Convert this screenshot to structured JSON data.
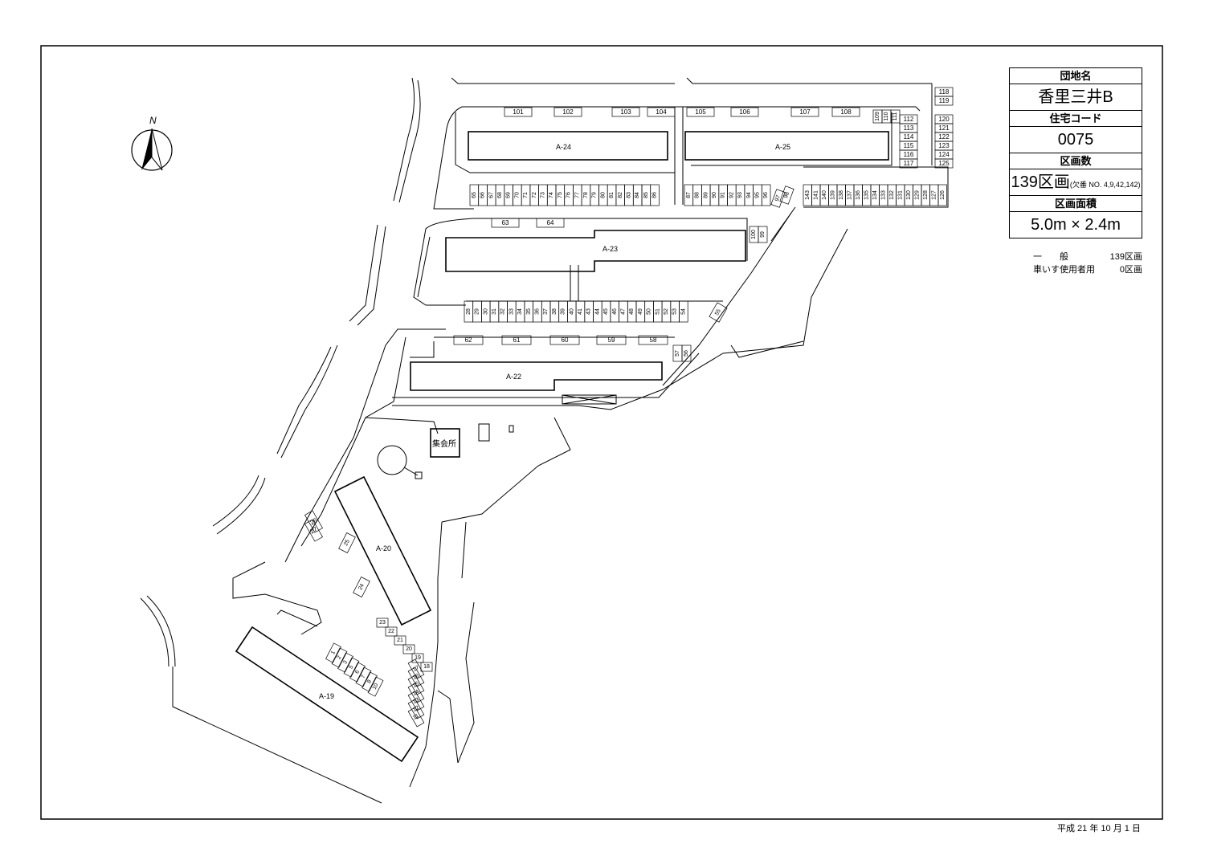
{
  "info_table": {
    "estate_name_label": "団地名",
    "estate_name": "香里三井B",
    "housing_code_label": "住宅コード",
    "housing_code": "0075",
    "lot_count_label": "区画数",
    "lot_count": "139区画",
    "lot_missing_note": "欠番",
    "lot_missing_numbers": "NO. 4,9,42,142",
    "lot_area_label": "区画面積",
    "lot_area": "5.0m × 2.4m"
  },
  "stats": [
    {
      "label": "一　　般",
      "value": "139区画"
    },
    {
      "label": "車いす使用者用",
      "value": "0区画"
    }
  ],
  "date": "平成 21 年 10 月 1 日",
  "north_label": "N",
  "buildings": [
    {
      "id": "A-24"
    },
    {
      "id": "A-25"
    },
    {
      "id": "A-23"
    },
    {
      "id": "A-22"
    },
    {
      "id": "A-20"
    },
    {
      "id": "A-19"
    },
    {
      "id": "集会所"
    }
  ],
  "parking_rows": {
    "row_101_104": [
      "101",
      "102",
      "103",
      "104"
    ],
    "row_105_108": [
      "105",
      "106",
      "107",
      "108"
    ],
    "row_109_111": [
      "109",
      "110",
      "111"
    ],
    "row_112_117": [
      "112",
      "113",
      "114",
      "115",
      "116",
      "117"
    ],
    "row_118_119": [
      "118",
      "119"
    ],
    "row_120_125": [
      "120",
      "121",
      "122",
      "123",
      "124",
      "125"
    ],
    "row_65_86": [
      "65",
      "66",
      "67",
      "68",
      "69",
      "70",
      "71",
      "72",
      "73",
      "74",
      "75",
      "76",
      "77",
      "78",
      "79",
      "80",
      "81",
      "82",
      "83",
      "84",
      "85",
      "86"
    ],
    "row_87_96": [
      "87",
      "88",
      "89",
      "90",
      "91",
      "92",
      "93",
      "94",
      "95",
      "96"
    ],
    "row_97_98": [
      "97",
      "98"
    ],
    "row_126_143": [
      "143",
      "141",
      "140",
      "139",
      "138",
      "137",
      "136",
      "135",
      "134",
      "133",
      "132",
      "131",
      "130",
      "129",
      "128",
      "127",
      "126"
    ],
    "row_63_64": [
      "63",
      "64"
    ],
    "row_99_100": [
      "100",
      "99"
    ],
    "row_28_54": [
      "28",
      "29",
      "30",
      "31",
      "32",
      "33",
      "34",
      "35",
      "36",
      "37",
      "38",
      "39",
      "40",
      "41",
      "43",
      "44",
      "45",
      "46",
      "47",
      "48",
      "49",
      "50",
      "51",
      "52",
      "53",
      "54"
    ],
    "row_55": [
      "55"
    ],
    "row_58_62": [
      "62",
      "61",
      "60",
      "59",
      "58"
    ],
    "row_56_57": [
      "57",
      "56"
    ],
    "row_26_27": [
      "26",
      "27"
    ],
    "row_24_25": [
      "25",
      "24"
    ],
    "row_18_23": [
      "23",
      "22",
      "21",
      "20",
      "19",
      "18"
    ],
    "row_1_10": [
      "1",
      "2",
      "3",
      "5",
      "6",
      "7",
      "8",
      "10"
    ],
    "row_11_17": [
      "17",
      "16",
      "15",
      "14",
      "13",
      "12",
      "11"
    ]
  }
}
